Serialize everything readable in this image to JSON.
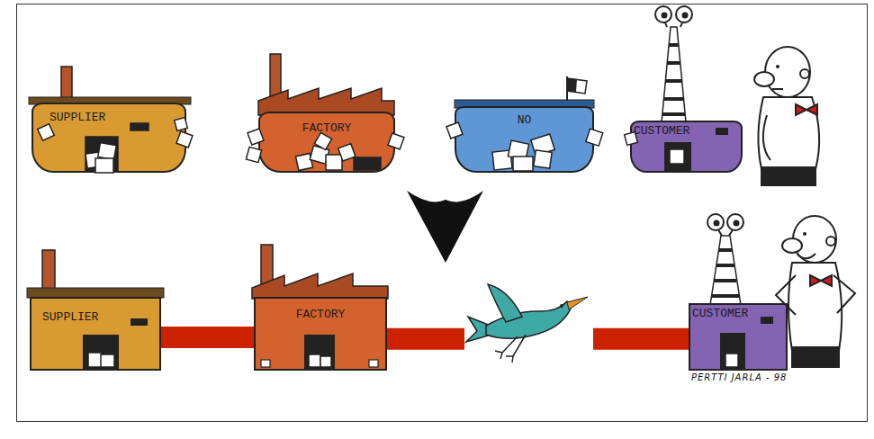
{
  "diagram": {
    "nodes": [
      {
        "text": [
          "SUPPLIER"
        ]
      },
      {
        "text": [
          "FACTORY"
        ]
      },
      {
        "text": [
          "NO"
        ]
      },
      {
        "text": [
          "CUSTOMER"
        ]
      },
      {
        "text": [
          "SUPPLIER"
        ]
      },
      {
        "text": [
          "FACTORY"
        ]
      },
      {
        "text": [
          "CUSTOMER"
        ]
      }
    ],
    "edges": [
      {
        "from": 4,
        "to": 5,
        "arrow": "none"
      },
      {
        "from": 5,
        "to": 6,
        "arrow": "none"
      }
    ],
    "labels": [
      "PERTTI JARLA - 98"
    ]
  }
}
